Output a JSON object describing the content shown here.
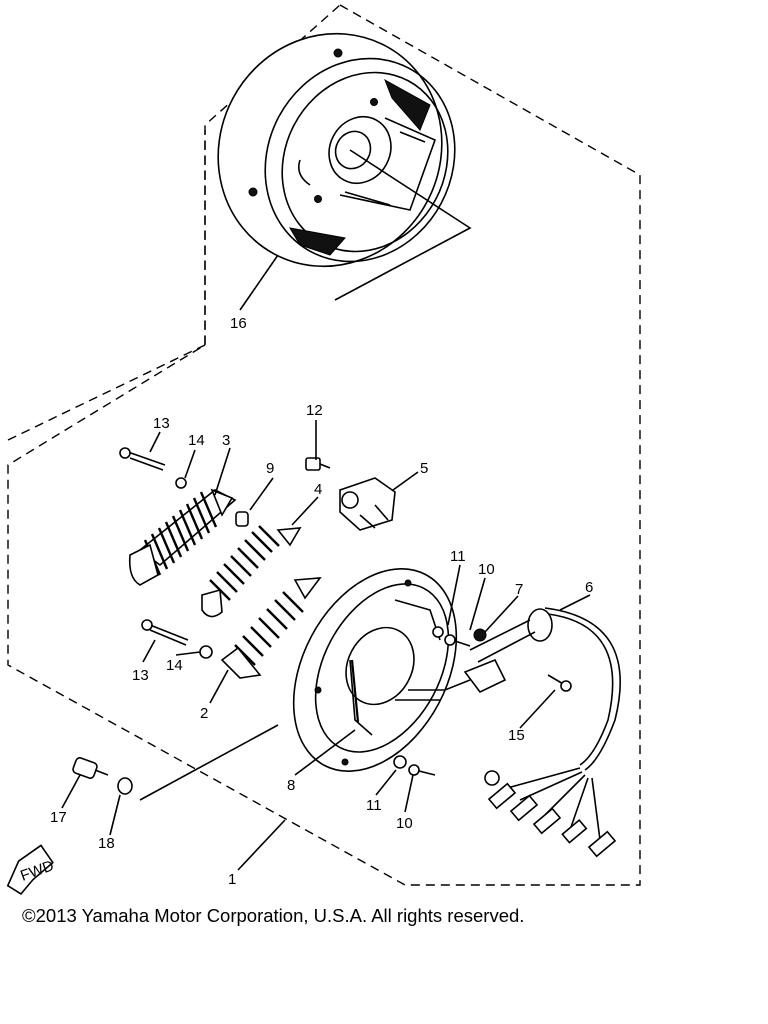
{
  "copyright": "©2013 Yamaha Motor Corporation, U.S.A. All rights reserved.",
  "fwd_label": "FWD",
  "callouts": {
    "p1": "1",
    "p2": "2",
    "p3": "3",
    "p4": "4",
    "p5": "5",
    "p6": "6",
    "p7": "7",
    "p8": "8",
    "p9": "9",
    "p10a": "10",
    "p10b": "10",
    "p11a": "11",
    "p11b": "11",
    "p12": "12",
    "p13a": "13",
    "p13b": "13",
    "p14a": "14",
    "p14b": "14",
    "p15": "15",
    "p16": "16",
    "p17": "17",
    "p18": "18"
  },
  "icons": {
    "flywheel": "flywheel-rotor-icon",
    "stator": "stator-base-plate-icon",
    "fwd": "fwd-arrow-icon"
  }
}
